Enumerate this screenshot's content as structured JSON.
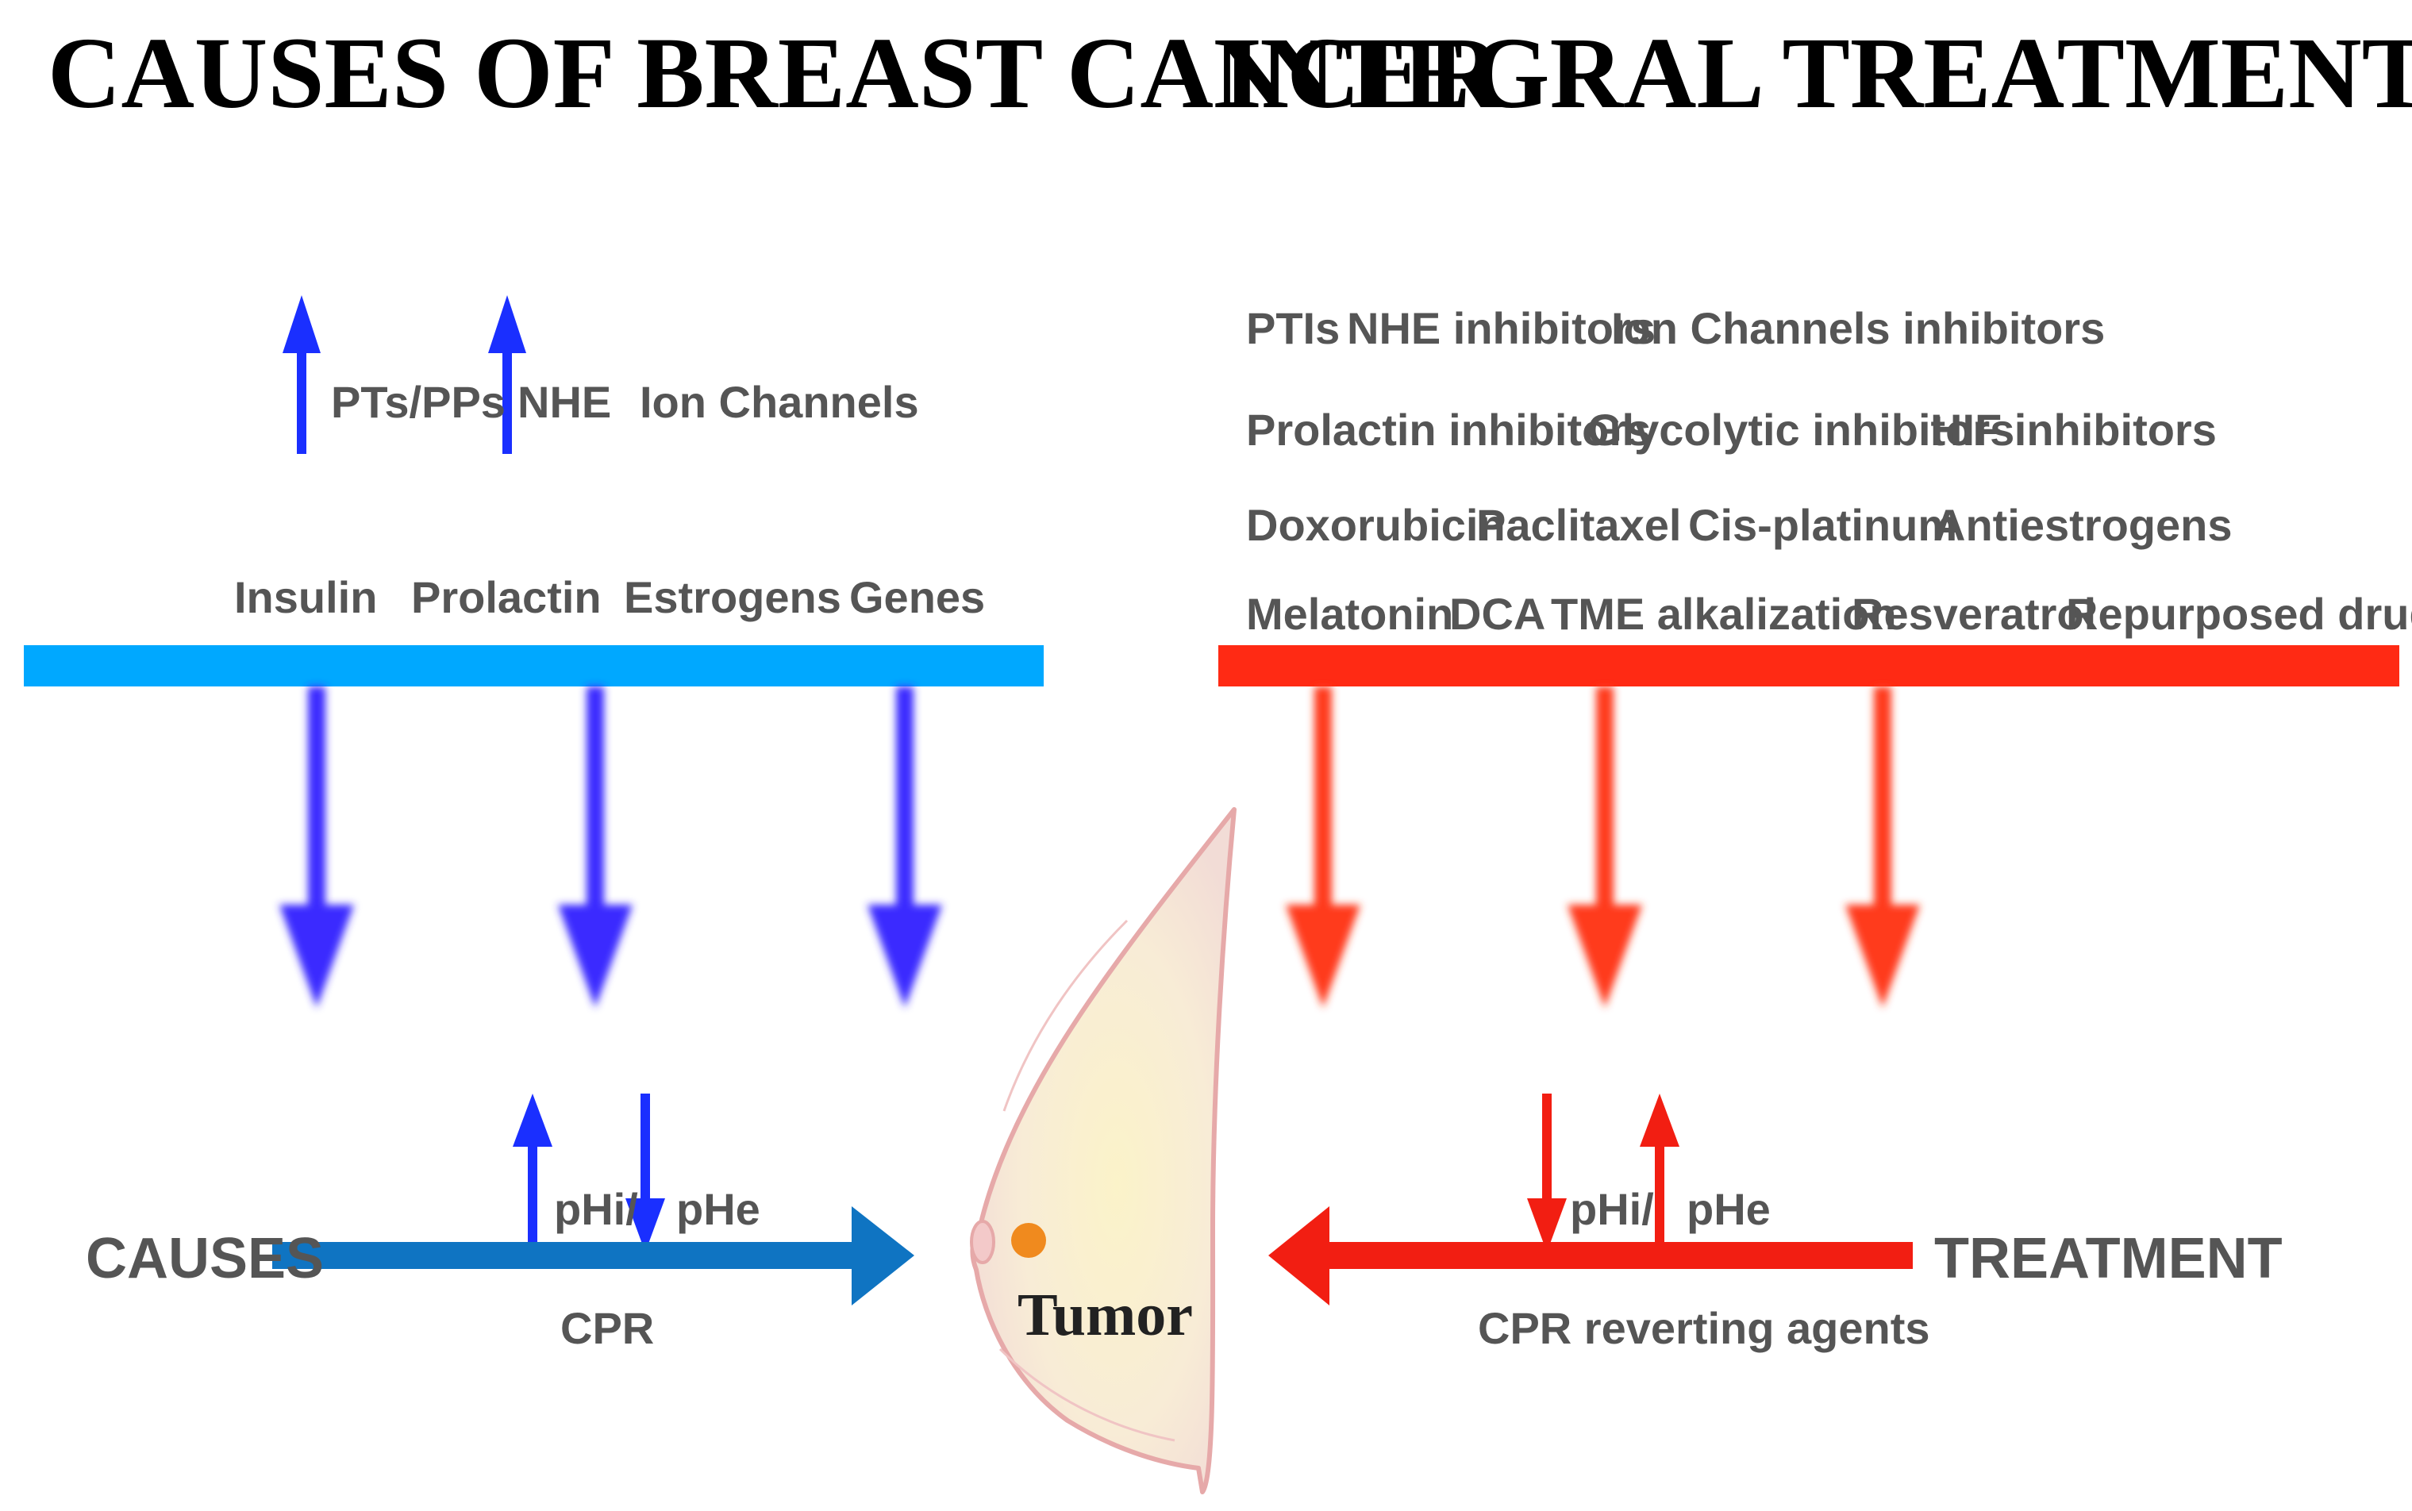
{
  "titles": {
    "left": "CAUSES OF BREAST CANCER",
    "right": "INTEGRAL TREATMENT"
  },
  "causes": {
    "top_row": [
      "PTs/PPs",
      "NHE",
      "Ion Channels"
    ],
    "factors": [
      "Insulin",
      "Prolactin",
      "Estrogens",
      "Genes"
    ],
    "side_label": "CAUSES",
    "ph_label_1": "pHi/",
    "ph_label_2": "pHe",
    "flow_label": "CPR"
  },
  "treatment": {
    "rows": [
      [
        "PTIs",
        "NHE inhibitors",
        "Ion Channels inhibitors"
      ],
      [
        "Prolactin inhibitors",
        "Glycolytic inhibitors",
        "HIF inhibitors"
      ],
      [
        "Doxorubicin",
        "Paclitaxel",
        "Cis-platinum",
        "Antiestrogens"
      ],
      [
        "Melatonin",
        "DCA",
        "TME alkalization",
        "Resveratrol",
        "Repurposed drugs"
      ]
    ],
    "side_label": "TREATMENT",
    "ph_label_1": "pHi/",
    "ph_label_2": "pHe",
    "flow_label": "CPR reverting agents"
  },
  "center": {
    "label": "Tumor"
  },
  "colors": {
    "causes_bar": "#00a8ff",
    "causes_arrow": "#3a2cff",
    "causes_up": "#1a2fff",
    "causes_flow": "#0f74c2",
    "treatment_bar": "#ff2a14",
    "treatment_arrow": "#ff3a1a",
    "treatment_flow": "#f21e12"
  }
}
